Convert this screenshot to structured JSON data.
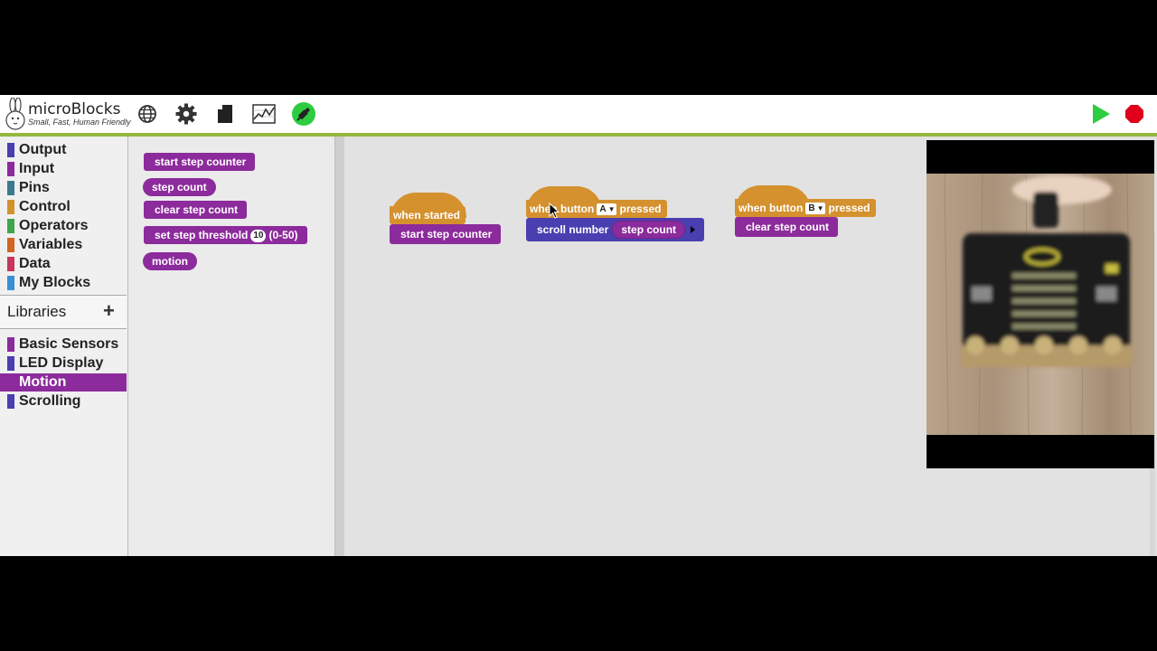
{
  "app": {
    "name": "microBlocks",
    "tagline": "Small, Fast, Human Friendly"
  },
  "toolbar": {
    "icons": [
      "globe-icon",
      "gear-icon",
      "file-icon",
      "graph-icon",
      "usb-connected-icon",
      "play-icon",
      "stop-icon"
    ],
    "colors": {
      "accent": "#93b73c",
      "play": "#2ecc40",
      "stop": "#e0001b"
    }
  },
  "categories": [
    {
      "label": "Output",
      "color": "#4a3fb0"
    },
    {
      "label": "Input",
      "color": "#8c2b9c"
    },
    {
      "label": "Pins",
      "color": "#3c7a92"
    },
    {
      "label": "Control",
      "color": "#d4912e"
    },
    {
      "label": "Operators",
      "color": "#3fa64a"
    },
    {
      "label": "Variables",
      "color": "#d4651f"
    },
    {
      "label": "Data",
      "color": "#c8365a"
    },
    {
      "label": "My Blocks",
      "color": "#3a8fd3"
    }
  ],
  "libraries": {
    "header": "Libraries",
    "add_symbol": "+",
    "items": [
      {
        "label": "Basic Sensors",
        "color": "#8c2b9c",
        "selected": false
      },
      {
        "label": "LED Display",
        "color": "#4a3fb0",
        "selected": false
      },
      {
        "label": "Motion",
        "color": "#8c2b9c",
        "selected": true
      },
      {
        "label": "Scrolling",
        "color": "#4a3fb0",
        "selected": false
      }
    ]
  },
  "palette": {
    "start_step_counter": "start step counter",
    "step_count": "step count",
    "clear_step_count": "clear step count",
    "set_threshold": "set step threshold",
    "threshold_value": "10",
    "threshold_range": "(0-50)",
    "motion": "motion"
  },
  "scripts": {
    "script1": {
      "hat": "when started",
      "body": "start step counter"
    },
    "script2": {
      "hat_prefix": "when button",
      "button": "A",
      "hat_suffix": "pressed",
      "cmd": "scroll number",
      "arg": "step count"
    },
    "script3": {
      "hat_prefix": "when button",
      "button": "B",
      "hat_suffix": "pressed",
      "cmd": "clear step count"
    }
  }
}
